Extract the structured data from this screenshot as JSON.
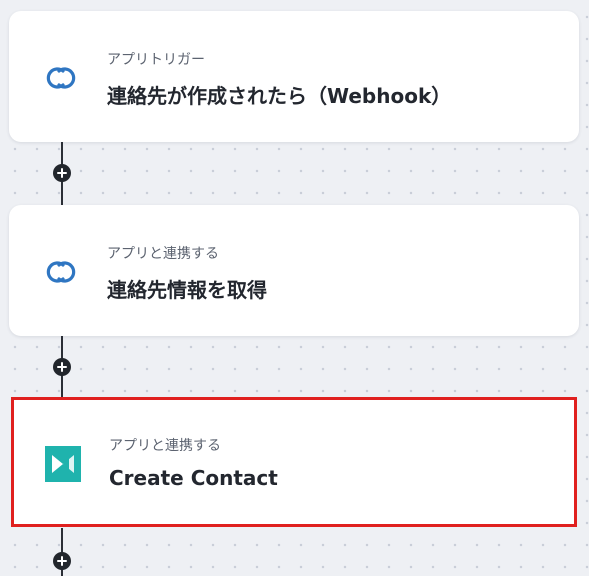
{
  "flow": {
    "steps": [
      {
        "subtitle": "アプリトリガー",
        "title": "連絡先が作成されたら（Webhook）",
        "icon": "chain-link-icon",
        "selected": false
      },
      {
        "subtitle": "アプリと連携する",
        "title": "連絡先情報を取得",
        "icon": "chain-link-icon",
        "selected": false
      },
      {
        "subtitle": "アプリと連携する",
        "title": "Create Contact",
        "icon": "teal-app-icon",
        "selected": true
      }
    ],
    "add_step_icon": "plus-icon"
  },
  "colors": {
    "canvas_background": "#eef0f4",
    "card_background": "#ffffff",
    "connector_line": "#2b2f36",
    "chain_icon": "#2f76c2",
    "teal_app_icon": "#1fb3ad",
    "selection_border": "#e0201f"
  }
}
